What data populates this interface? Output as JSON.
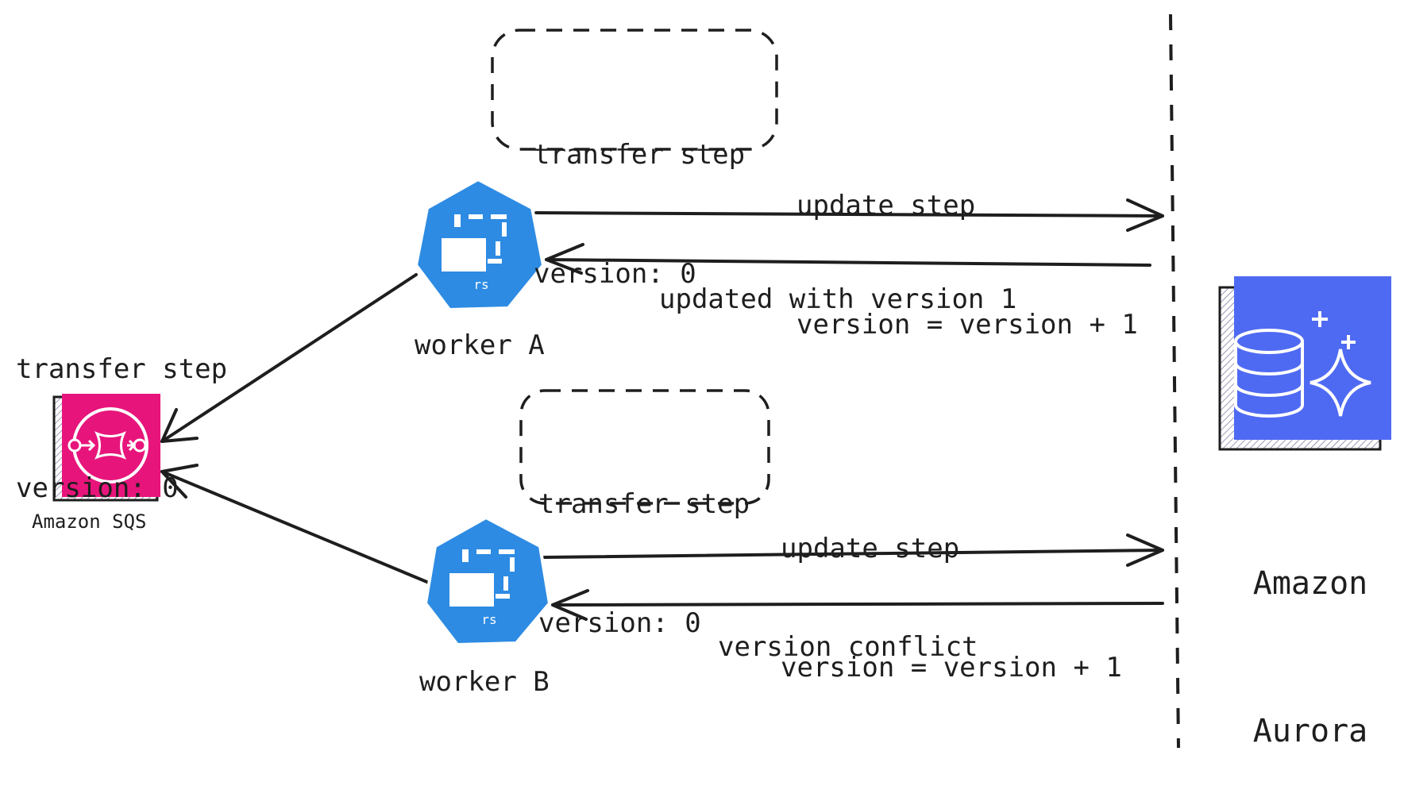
{
  "sqs": {
    "label": "Amazon SQS",
    "icon": "sqs-queue-icon",
    "color": "#e7157b",
    "message": {
      "line1": "transfer step",
      "line2": "version: 0"
    }
  },
  "worker_a": {
    "label": "worker A",
    "icon": "kubernetes-pod-icon",
    "color": "#2d8be3",
    "state": {
      "line1": "transfer step",
      "line2": "version: 0"
    },
    "request": {
      "line1": "update step",
      "line2": "version = version + 1"
    },
    "response": "updated with version 1"
  },
  "worker_b": {
    "label": "worker B",
    "icon": "kubernetes-pod-icon",
    "color": "#2d8be3",
    "state": {
      "line1": "transfer step",
      "line2": "version: 0"
    },
    "request": {
      "line1": "update step",
      "line2": "version = version + 1"
    },
    "response": "version conflict"
  },
  "aurora": {
    "label_line1": "Amazon",
    "label_line2": "Aurora",
    "icon": "aurora-database-icon",
    "color": "#4f6af2"
  }
}
